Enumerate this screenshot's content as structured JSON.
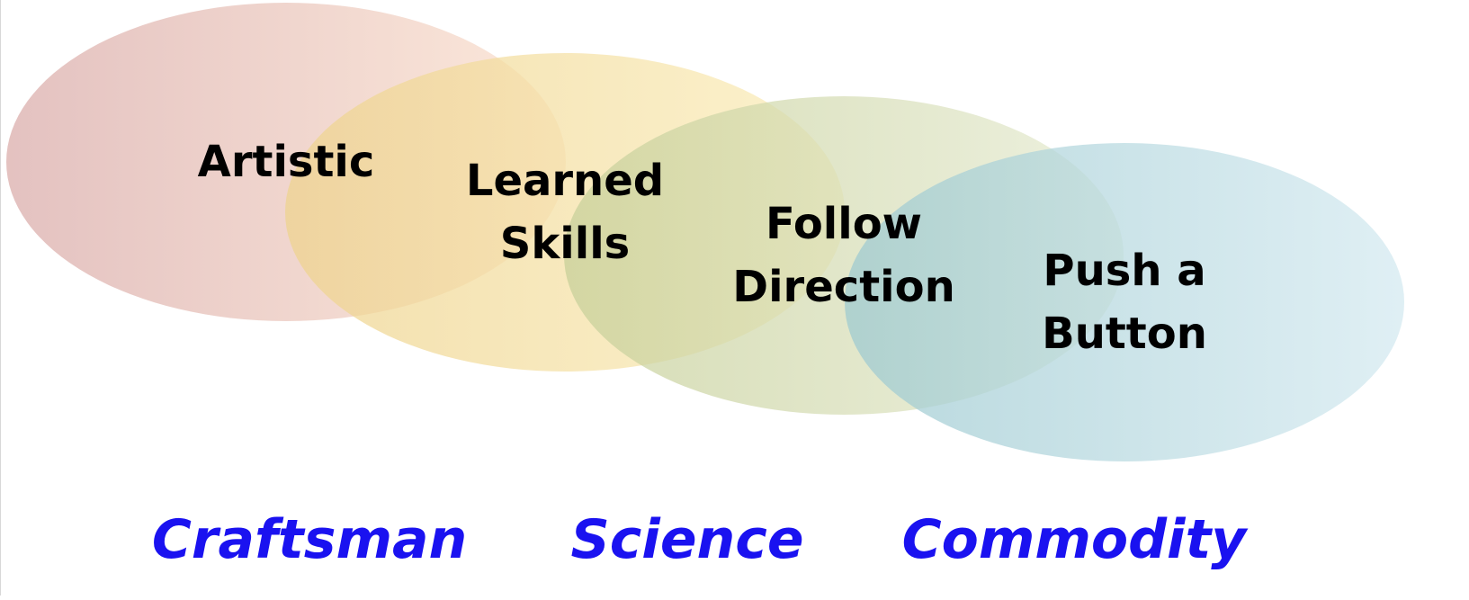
{
  "diagram": {
    "ellipses": [
      {
        "name": "artistic",
        "lines": [
          "Artistic"
        ],
        "gradient_from": "#d9aaa8",
        "gradient_to": "#fbe0cd"
      },
      {
        "name": "learned-skills",
        "lines": [
          "Learned",
          "Skills"
        ],
        "gradient_from": "#eed38d",
        "gradient_to": "#fbedba"
      },
      {
        "name": "follow-direction",
        "lines": [
          "Follow",
          "Direction"
        ],
        "gradient_from": "#c6cf98",
        "gradient_to": "#e6ebd2"
      },
      {
        "name": "push-a-button",
        "lines": [
          "Push a",
          "Button"
        ],
        "gradient_from": "#9cc9d0",
        "gradient_to": "#d3e9f0"
      }
    ],
    "categories": [
      {
        "name": "craftsman",
        "label": "Craftsman"
      },
      {
        "name": "science",
        "label": "Science"
      },
      {
        "name": "commodity",
        "label": "Commodity"
      }
    ],
    "colors": {
      "category_text": "#1a12f0",
      "label_text": "#000000",
      "background": "#ffffff"
    }
  }
}
